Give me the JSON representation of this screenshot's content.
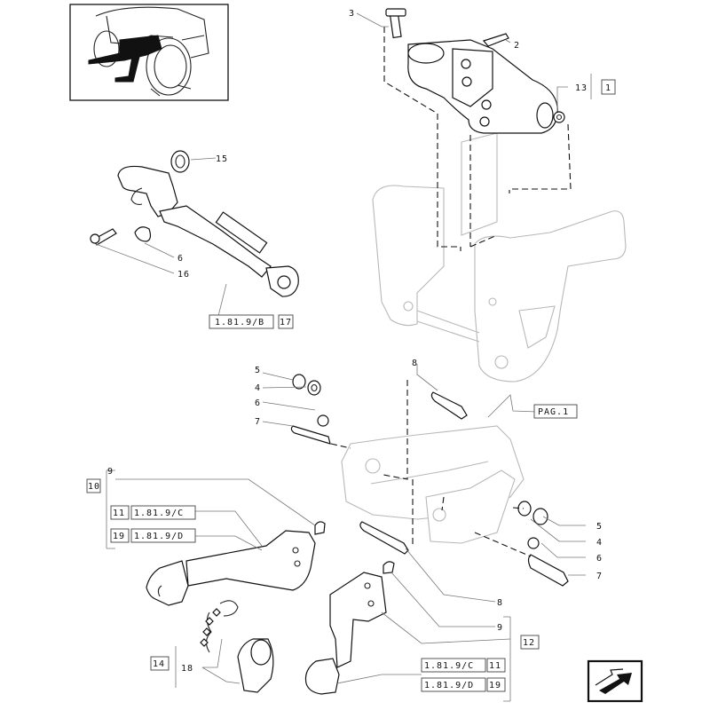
{
  "callouts": {
    "c1": "3",
    "c2": "2",
    "c3": "13",
    "c4": "1",
    "c5": "15",
    "c6": "6",
    "c7": "16",
    "c8": "1.81.9/B",
    "c9": "17",
    "c10": "5",
    "c11": "4",
    "c12": "6",
    "c13": "7",
    "c14": "8",
    "c15": "PAG.1",
    "c16": "9",
    "c17": "10",
    "c18": "11",
    "c19": "1.81.9/C",
    "c20": "19",
    "c21": "1.81.9/D",
    "c22": "5",
    "c23": "4",
    "c24": "6",
    "c25": "7",
    "c26": "8",
    "c27": "9",
    "c28": "12",
    "c29": "14",
    "c30": "18",
    "c31": "1.81.9/C",
    "c32": "11",
    "c33": "1.81.9/D",
    "c34": "19"
  },
  "colors": {
    "ink": "#111111",
    "ghost": "#b8b8b8",
    "leader": "#777777"
  },
  "icons": [
    "tractor-thumbnail",
    "next-page-arrow-icon"
  ]
}
